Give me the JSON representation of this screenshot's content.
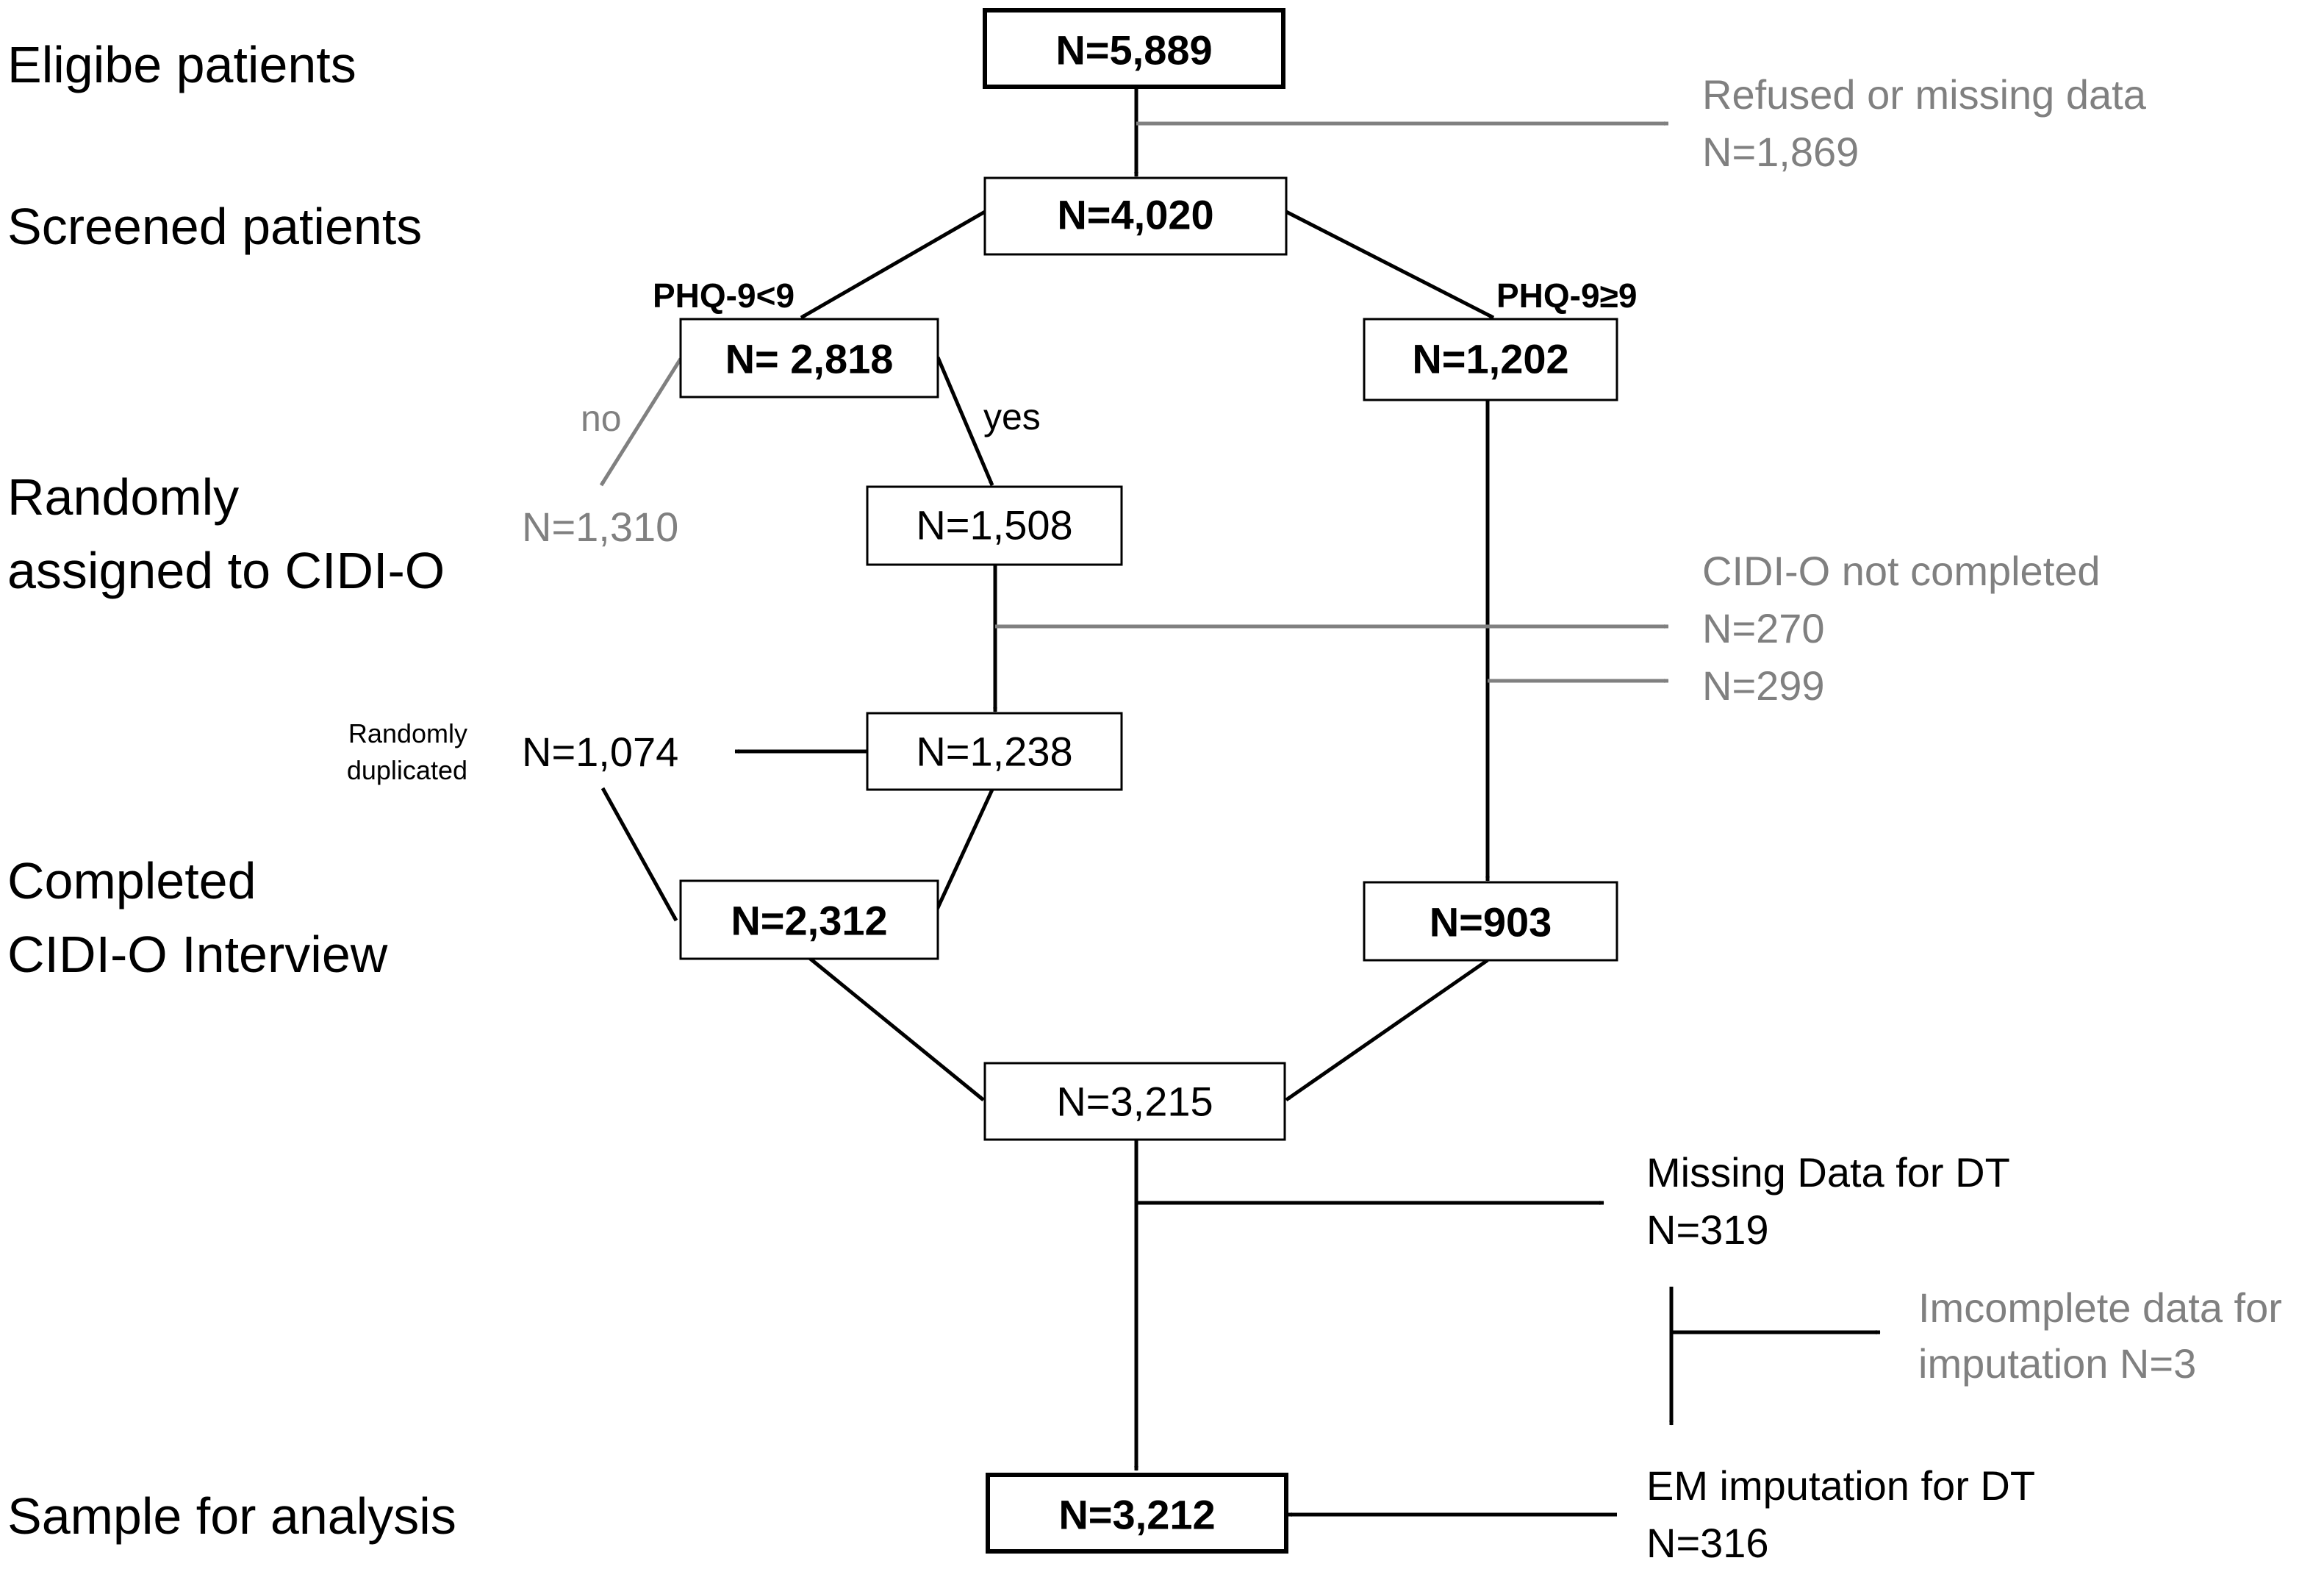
{
  "stages": {
    "eligible": "Eligibe patients",
    "screened": "Screened patients",
    "randomly_line1": "Randomly",
    "randomly_line2": "assigned to CIDI-O",
    "completed_line1": "Completed",
    "completed_line2": "CIDI-O Interview",
    "sample": "Sample for analysis"
  },
  "boxes": {
    "eligible": "N=5,889",
    "screened": "N=4,020",
    "phq_low": "N= 2,818",
    "phq_high": "N=1,202",
    "assigned": "N=1,508",
    "cidi_completed_low": "N=1,238",
    "completed_low": "N=2,312",
    "completed_high": "N=903",
    "combined": "N=3,215",
    "final_sample": "N=3,212"
  },
  "labels": {
    "phq_low": "PHQ-9<9",
    "phq_high": "PHQ-9≥9",
    "no": "no",
    "yes": "yes",
    "not_assigned": "N=1,310",
    "duplicated_n": "N=1,074",
    "duplicated_line1": "Randomly",
    "duplicated_line2": "duplicated"
  },
  "exclusions": {
    "refused_line1": "Refused or missing data",
    "refused_line2": "N=1,869",
    "cidi_not_completed": "CIDI-O not completed",
    "cidi_not_completed_low": "N=270",
    "cidi_not_completed_high": "N=299",
    "missing_dt_line1": "Missing Data for DT",
    "missing_dt_line2": "N=319",
    "incomplete_line1": "Imcomplete data for",
    "incomplete_line2": "imputation N=3",
    "em_line1": "EM imputation for DT",
    "em_line2": "N=316"
  },
  "colors": {
    "main": "#000000",
    "excluded": "#808080"
  }
}
